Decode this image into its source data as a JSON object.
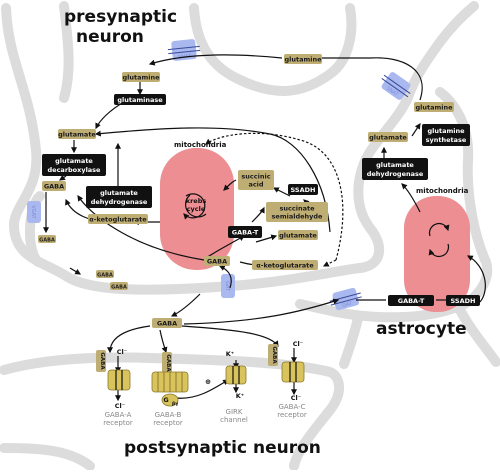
{
  "titles": {
    "presynaptic": "presynaptic",
    "neuron": "neuron",
    "astrocyte": "astrocyte",
    "postsynaptic": "postsynaptic neuron"
  },
  "mitochondria_label": "mitochondria",
  "krebs_label": [
    "krebs",
    "cycle"
  ],
  "molecules": {
    "glutamine_top": "glutamine",
    "glutamine_pre": "glutamine",
    "glutamate_pre": "glutamate",
    "gaba_pre": "GABA",
    "gaba_vesicle": "GABA",
    "alpha_kg_pre": "α-ketoglutarate",
    "succinic_acid": [
      "succinic",
      "acid"
    ],
    "succinate_semialdehyde": [
      "succinate",
      "semialdehyde"
    ],
    "glutamate_mito": "glutamate",
    "alpha_kg_mito": "α-ketoglutarate",
    "gaba_terminal": "GABA",
    "gaba_cleft_1": "GABA",
    "gaba_cleft_2": "GABA",
    "gaba_cleft": "GABA",
    "glutamine_astro": "glutamine",
    "glutamate_astro": "glutamate"
  },
  "enzymes": {
    "glutaminase": "glutaminase",
    "glutamate_decarboxylase": [
      "glutamate",
      "decarboxylase"
    ],
    "glutamate_dehydrogenase_pre": [
      "glutamate",
      "dehydrogenase"
    ],
    "ssadh_pre": "SSADH",
    "gaba_t_pre": "GABA-T",
    "glutamine_synthetase": [
      "glutamine",
      "synthetase"
    ],
    "glutamate_dehydrogenase_astro": [
      "glutamate",
      "dehydrogenase"
    ],
    "gaba_t_astro": "GABA-T",
    "ssadh_astro": "SSADH"
  },
  "transporters": {
    "snat_pre": "SNAT",
    "snat_astro": "SNAT",
    "vgat": "VGAT",
    "gat_pre": "GAT",
    "gat_astro": "GAT"
  },
  "receptors": {
    "gaba_a": {
      "name": [
        "GABA-A",
        "receptor"
      ],
      "ligand": "GABA",
      "ion_in": "Cl⁻",
      "ion_out": "Cl⁻"
    },
    "gaba_b": {
      "name": [
        "GABA-B",
        "receptor"
      ],
      "ligand": "GABA",
      "protein": "G",
      "protein_sub": "βγ"
    },
    "girk": {
      "name": [
        "GIRK",
        "channel"
      ],
      "ion_in": "K⁺",
      "ion_out": "K⁺",
      "sign": "⊕"
    },
    "gaba_c": {
      "name": [
        "GABA-C",
        "receptor"
      ],
      "ligand": "GABA",
      "ion_in": "Cl⁻",
      "ion_out": "Cl⁻"
    }
  },
  "colors": {
    "membrane": "#dcdcdc",
    "molecule": "#bfae74",
    "enzyme": "#111111",
    "transporter": "#a9b8ef",
    "mitochondria": "#ec8e92",
    "receptor": "#d8c35c"
  }
}
